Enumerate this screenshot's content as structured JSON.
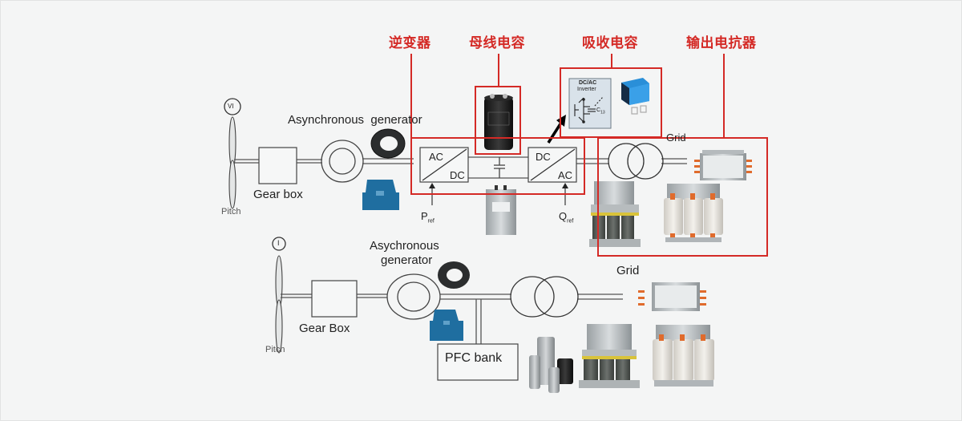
{
  "callouts": [
    {
      "id": "inverter",
      "label": "逆变器"
    },
    {
      "id": "dc-link-capacitor",
      "label": "母线电容"
    },
    {
      "id": "snubber-capacitor",
      "label": "吸收电容"
    },
    {
      "id": "output-reactor",
      "label": "输出电抗器"
    }
  ],
  "top_diagram": {
    "pitch_symbol": "VI",
    "pitch_label": "Pitch",
    "gearbox_label": "Gear box",
    "generator_label": "Asynchronous  generator",
    "converter_left": {
      "top": "AC",
      "bottom": "DC"
    },
    "converter_right": {
      "top": "DC",
      "bottom": "AC"
    },
    "p_ref": {
      "main": "P",
      "sub": "ref"
    },
    "q_ref": {
      "main": "Q",
      "sub": "ref"
    },
    "grid_label": "Grid",
    "inset": {
      "title_line1": "DC/AC",
      "title_line2": "Inverter",
      "cap_label": "C",
      "cap_sub": "13"
    }
  },
  "bottom_diagram": {
    "pitch_symbol": "I",
    "pitch_label": "Pitch",
    "gearbox_label": "Gear Box",
    "generator_label_line1": "Asychronous",
    "generator_label_line2": "generator",
    "pfc_label": "PFC bank",
    "grid_label": "Grid"
  },
  "colors": {
    "accent_red": "#d42a26",
    "background": "#f4f5f5",
    "line": "#555555",
    "component_blue": "#1f6ea0",
    "capacitor_blue": "#2a8fd8"
  }
}
